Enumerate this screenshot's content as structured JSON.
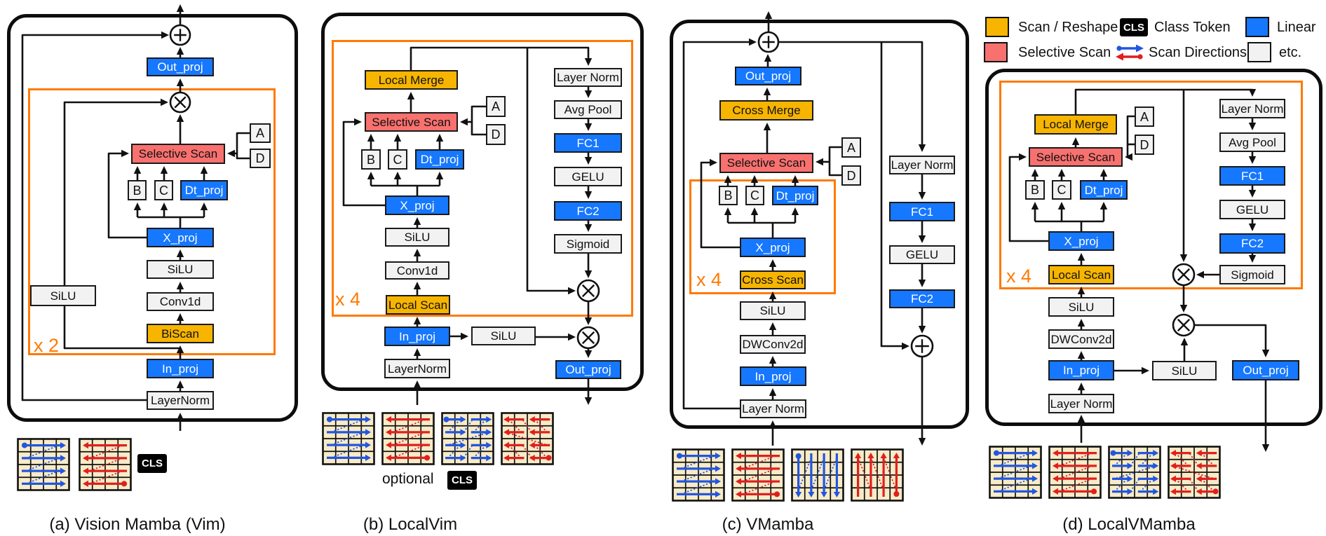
{
  "colors": {
    "orange": "#FF7A00",
    "blue": "#1677FF",
    "yellow": "#F7B500",
    "red": "#F8716F",
    "gray_box": "#F2F2F2",
    "line": "#111111",
    "grid_bg": "#F7EBC8",
    "scan_blue": "#2256DF",
    "scan_red": "#E01F1F"
  },
  "legend": {
    "row1": [
      {
        "swatch": "yellow",
        "label": "Scan / Reshape"
      },
      {
        "swatch": "cls",
        "chip": "CLS",
        "label": "Class Token"
      },
      {
        "swatch": "blue",
        "label": "Linear"
      }
    ],
    "row2": [
      {
        "swatch": "red",
        "label": "Selective Scan"
      },
      {
        "swatch": "scan-directions",
        "label": "Scan Directions"
      },
      {
        "swatch": "gray",
        "label": "etc."
      }
    ]
  },
  "panels": [
    {
      "id": "a",
      "caption": "(a) Vision Mamba (Vim)",
      "multiplier": "x 2",
      "cls_chip": "CLS",
      "nodes": {
        "out_proj": "Out_proj",
        "selective_scan": "Selective Scan",
        "a_param": "A",
        "d_param": "D",
        "b": "B",
        "c": "C",
        "dt_proj": "Dt_proj",
        "x_proj": "X_proj",
        "silu": "SiLU",
        "conv1d": "Conv1d",
        "biscan": "BiScan",
        "in_proj": "In_proj",
        "layernorm": "LayerNorm",
        "silu_left": "SiLU"
      },
      "grids": [
        "raster-blue",
        "raster-red"
      ]
    },
    {
      "id": "b",
      "caption": "(b) LocalVim",
      "multiplier": "x 4",
      "cls_chip": "CLS",
      "optional_label": "optional",
      "nodes": {
        "local_merge": "Local Merge",
        "selective_scan": "Selective Scan",
        "a_param": "A",
        "d_param": "D",
        "b": "B",
        "c": "C",
        "dt_proj": "Dt_proj",
        "x_proj": "X_proj",
        "silu": "SiLU",
        "conv1d": "Conv1d",
        "local_scan": "Local Scan",
        "in_proj": "In_proj",
        "layernorm": "LayerNorm",
        "silu_gate": "SiLU",
        "layer_norm_r": "Layer Norm",
        "avg_pool": "Avg Pool",
        "fc1": "FC1",
        "gelu": "GELU",
        "fc2": "FC2",
        "sigmoid": "Sigmoid",
        "out_proj": "Out_proj"
      },
      "grids": [
        "raster-blue",
        "raster-red",
        "local-blue",
        "local-red"
      ]
    },
    {
      "id": "c",
      "caption": "(c) VMamba",
      "multiplier": "x 4",
      "nodes": {
        "out_proj": "Out_proj",
        "cross_merge": "Cross Merge",
        "selective_scan": "Selective Scan",
        "a_param": "A",
        "d_param": "D",
        "b": "B",
        "c": "C",
        "dt_proj": "Dt_proj",
        "x_proj": "X_proj",
        "cross_scan": "Cross Scan",
        "silu": "SiLU",
        "dwconv2d": "DWConv2d",
        "in_proj": "In_proj",
        "layer_norm": "Layer Norm",
        "layer_norm_r": "Layer Norm",
        "fc1": "FC1",
        "gelu": "GELU",
        "fc2": "FC2"
      },
      "grids": [
        "raster-blue",
        "raster-red",
        "vert-blue",
        "vert-red"
      ]
    },
    {
      "id": "d",
      "caption": "(d) LocalVMamba",
      "multiplier": "x 4",
      "nodes": {
        "local_merge": "Local Merge",
        "selective_scan": "Selective Scan",
        "a_param": "A",
        "d_param": "D",
        "b": "B",
        "c": "C",
        "dt_proj": "Dt_proj",
        "x_proj": "X_proj",
        "local_scan": "Local Scan",
        "silu": "SiLU",
        "dwconv2d": "DWConv2d",
        "in_proj": "In_proj",
        "layer_norm": "Layer Norm",
        "silu_gate": "SiLU",
        "out_proj": "Out_proj",
        "layer_norm_r": "Layer Norm",
        "avg_pool": "Avg Pool",
        "fc1": "FC1",
        "gelu": "GELU",
        "fc2": "FC2",
        "sigmoid": "Sigmoid"
      },
      "grids": [
        "raster-blue",
        "raster-red",
        "local-blue",
        "local-red"
      ]
    }
  ]
}
